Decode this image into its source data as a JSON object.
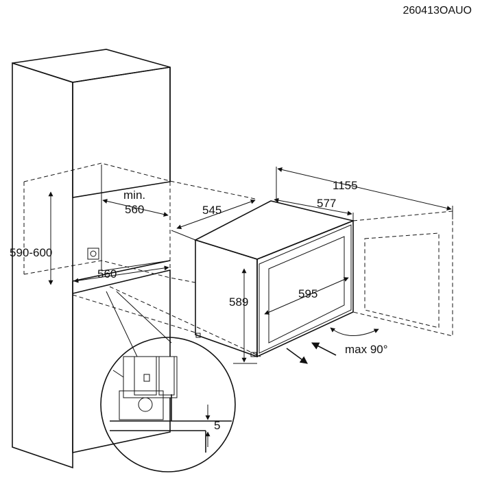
{
  "document_ref": "260413OAUO",
  "dimensions": {
    "total_width": "1155",
    "front_width": "577",
    "depth": "545",
    "niche_depth_min_label": "min.",
    "niche_depth_min_value": "560",
    "niche_width": "560",
    "niche_height": "590-600",
    "appliance_height": "589",
    "door_width": "595",
    "door_opening": "max 90°",
    "gap": "5"
  },
  "colors": {
    "line": "#111111",
    "background": "#ffffff"
  }
}
